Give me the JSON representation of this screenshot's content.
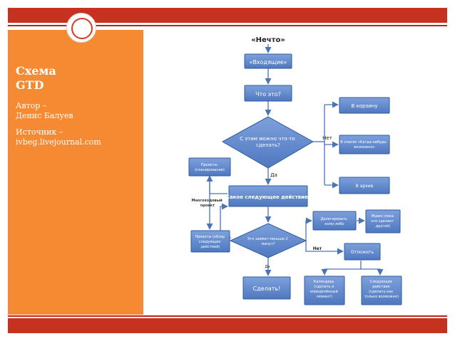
{
  "sidebar": {
    "title_lines": [
      "Схема",
      "GTD"
    ],
    "author_lines": [
      "Автор –",
      "Денис Балуев"
    ],
    "source_lines": [
      "Источник –",
      "ivbeg.livejournal.com"
    ]
  },
  "diagram": {
    "top_label": "«Нечто»",
    "nodes": {
      "inbox": "«Входящие»",
      "what": "Что это?",
      "can_do": [
        "С этим можно что-то",
        "сделать?"
      ],
      "trash": "В корзину",
      "someday": [
        "В список «Когда-нибудь-",
        "возможно»"
      ],
      "archive": "В архив",
      "next_action": "Какое следующее действие?",
      "projects_plan": [
        "Проекты",
        "(планирование)"
      ],
      "multistep": [
        "Многоходовый",
        "проект"
      ],
      "projects_review": [
        "Проекты (обзор",
        "следующих",
        "действий)"
      ],
      "two_min": [
        "Это займет меньше 2",
        "минут?"
      ],
      "delegate": [
        "Делегировать",
        "кому-либо"
      ],
      "wait": [
        "Ждем (пока",
        "это сделает",
        "другой)"
      ],
      "defer": "Отложить",
      "do": "Сделать!",
      "calendar": [
        "Календарь",
        "(сделать в",
        "определённый",
        "момент)"
      ],
      "next_actions": [
        "Следующие",
        "действия",
        "(сделать как",
        "только возможно)"
      ]
    },
    "edges": {
      "no_1": "Нет",
      "yes_1": "Да",
      "no_2": "Нет",
      "yes_2": "Да"
    }
  },
  "colors": {
    "band": "#c5321f",
    "sidebar": "#f58a33",
    "box_fill": "#5d85c9",
    "box_stroke": "#2c5d9e",
    "arrow": "#4a74b8"
  }
}
